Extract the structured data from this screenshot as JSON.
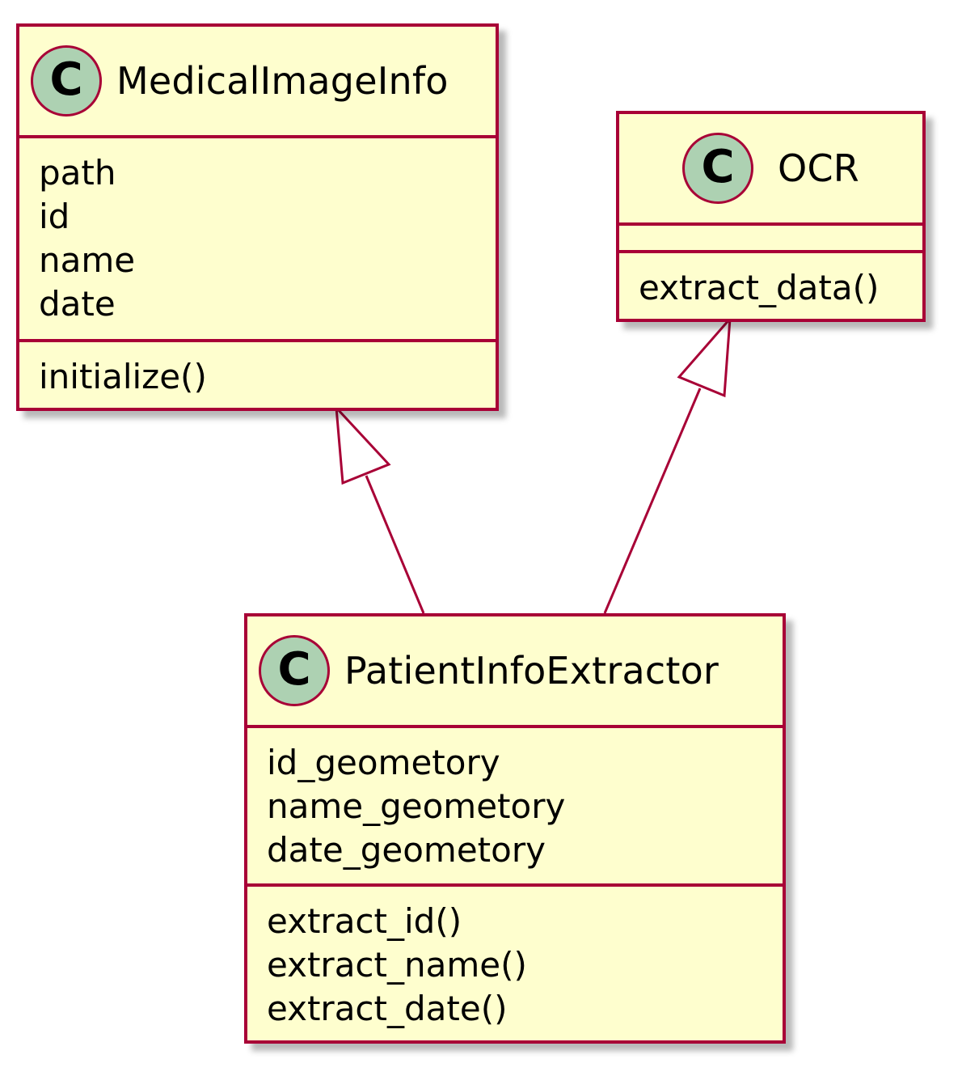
{
  "diagram": {
    "classes": [
      {
        "id": "medical-image-info",
        "stereotype": "C",
        "name": "MedicalImageInfo",
        "attributes": [
          "path",
          "id",
          "name",
          "date"
        ],
        "methods": [
          "initialize()"
        ]
      },
      {
        "id": "ocr",
        "stereotype": "C",
        "name": "OCR",
        "attributes": [],
        "methods": [
          "extract_data()"
        ]
      },
      {
        "id": "patient-info-extractor",
        "stereotype": "C",
        "name": "PatientInfoExtractor",
        "attributes": [
          "id_geometory",
          "name_geometory",
          "date_geometory"
        ],
        "methods": [
          "extract_id()",
          "extract_name()",
          "extract_date()"
        ]
      }
    ],
    "relations": [
      {
        "type": "inheritance",
        "from": "patient-info-extractor",
        "to": "medical-image-info"
      },
      {
        "type": "inheritance",
        "from": "patient-info-extractor",
        "to": "ocr"
      }
    ],
    "colors": {
      "class_fill": "#FEFECE",
      "border": "#A80036",
      "badge_fill": "#ADD1B2"
    }
  }
}
